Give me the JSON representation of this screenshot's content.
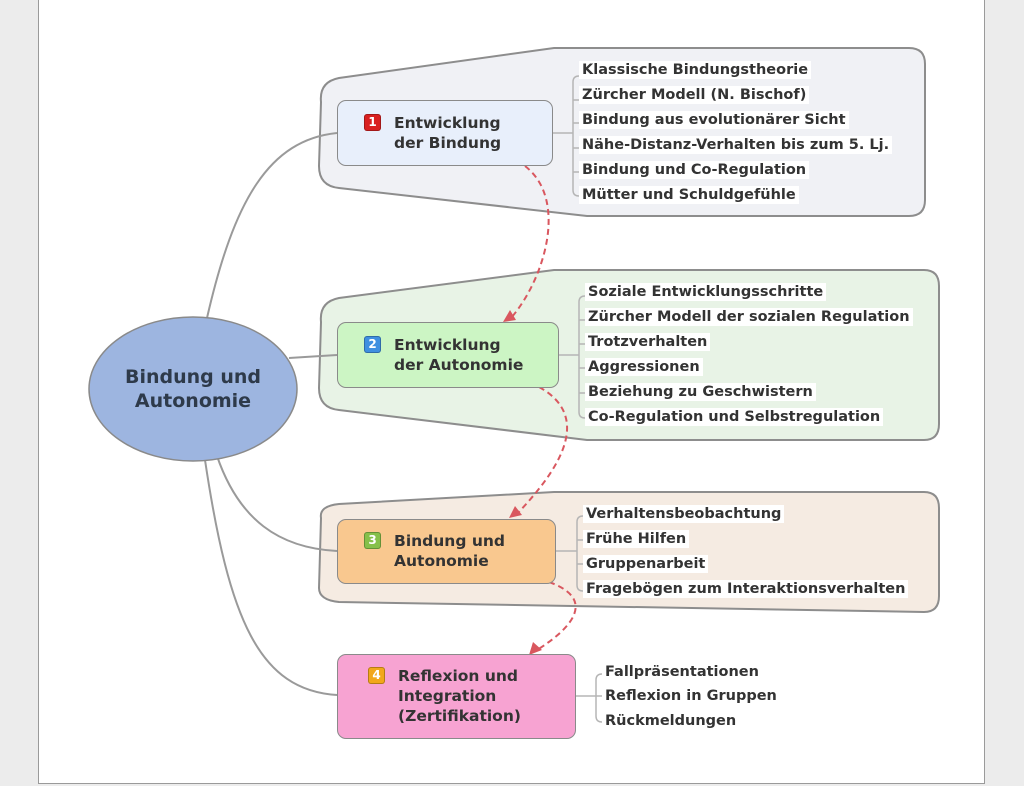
{
  "center": {
    "line1": "Bindung und",
    "line2": "Autonomie"
  },
  "topics": [
    {
      "number": "1",
      "label": "Entwicklung\nder Bindung",
      "subtopics": [
        "Klassische Bindungstheorie",
        "Zürcher Modell (N. Bischof)",
        "Bindung aus evolutionärer Sicht",
        "Nähe-Distanz-Verhalten bis zum 5. Lj.",
        "Bindung und Co-Regulation",
        "Mütter und Schuldgefühle"
      ]
    },
    {
      "number": "2",
      "label": "Entwicklung\nder Autonomie",
      "subtopics": [
        "Soziale Entwicklungsschritte",
        "Zürcher Modell der sozialen Regulation",
        "Trotzverhalten",
        "Aggressionen",
        "Beziehung zu Geschwistern",
        "Co-Regulation und Selbstregulation"
      ]
    },
    {
      "number": "3",
      "label": "Bindung und\nAutonomie",
      "subtopics": [
        "Verhaltensbeobachtung",
        "Frühe Hilfen",
        "Gruppenarbeit",
        "Fragebögen zum Interaktionsverhalten"
      ]
    },
    {
      "number": "4",
      "label": "Reflexion und\nIntegration\n(Zertifikation)",
      "subtopics": [
        "Fallpräsentationen",
        "Reflexion in Gruppen",
        "Rückmeldungen"
      ]
    }
  ],
  "colors": {
    "center_fill": "#9db5e0",
    "topic1": "#e8effb",
    "topic2": "#ccf5c4",
    "topic3": "#f9c88f",
    "topic4": "#f7a3d2",
    "badge1": "#d92020",
    "badge2": "#3f8fe0",
    "badge3": "#86c04a",
    "badge4": "#f2a71b",
    "group1": "#f0f1f5",
    "group2": "#e8f3e6",
    "group3": "#f5ebe2",
    "arrow": "#d9575f"
  }
}
